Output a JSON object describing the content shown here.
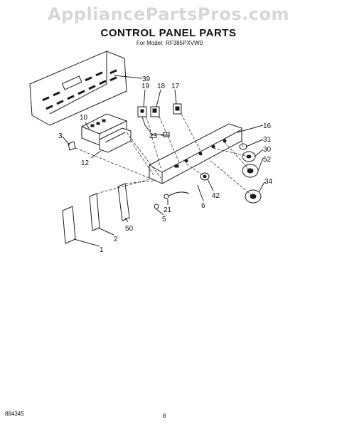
{
  "watermark": "AppliancePartsPros.com",
  "title": "CONTROL PANEL PARTS",
  "model": {
    "prefix": "For Model:",
    "number": "RF385PXVW0"
  },
  "footer": {
    "code": "884345",
    "page": "8"
  },
  "parts": {
    "p1": "1",
    "p2": "2",
    "p3": "3",
    "p5": "5",
    "p6": "6",
    "p10": "10",
    "p12": "12",
    "p16": "16",
    "p17": "17",
    "p18": "18",
    "p19": "19",
    "p21": "21",
    "p23": "23",
    "p30": "30",
    "p31": "31",
    "p34": "34",
    "p39": "39",
    "p42": "42",
    "p50": "50",
    "p52": "52"
  }
}
